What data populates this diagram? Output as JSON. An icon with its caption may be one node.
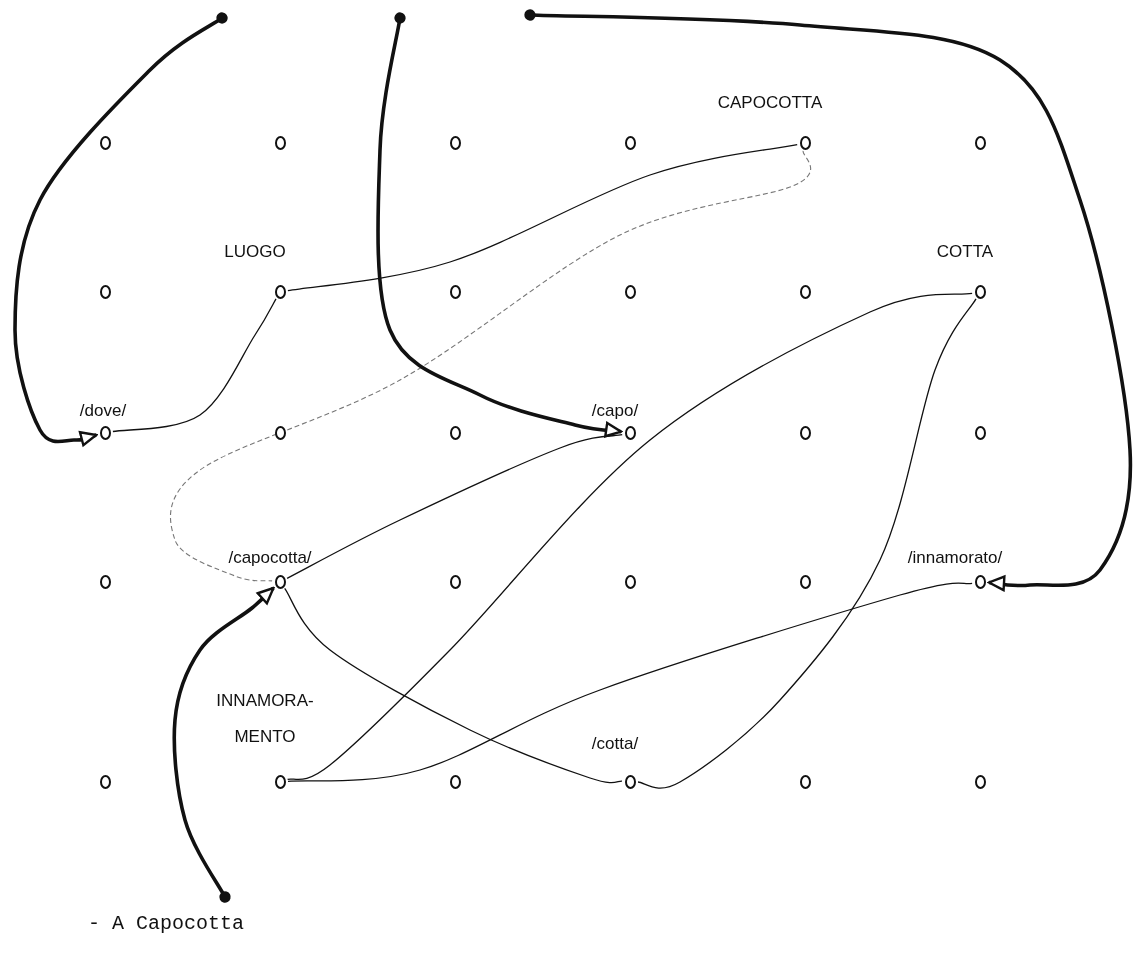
{
  "diagram": {
    "caption": "- A Capocotta",
    "nodes": [
      {
        "text": [],
        "shape": "circle"
      },
      {
        "text": [],
        "shape": "circle"
      },
      {
        "text": [],
        "shape": "circle"
      },
      {
        "text": [],
        "shape": "circle"
      },
      {
        "text": [],
        "shape": "circle",
        "beside": [
          "CAPOCOTTA"
        ]
      },
      {
        "text": [],
        "shape": "circle"
      },
      {
        "text": [],
        "shape": "circle"
      },
      {
        "text": [],
        "shape": "circle",
        "beside": [
          "LUOGO"
        ]
      },
      {
        "text": [],
        "shape": "circle"
      },
      {
        "text": [],
        "shape": "circle"
      },
      {
        "text": [],
        "shape": "circle"
      },
      {
        "text": [],
        "shape": "circle",
        "beside": [
          "COTTA"
        ]
      },
      {
        "text": [],
        "shape": "circle",
        "beside": [
          "/dove/"
        ]
      },
      {
        "text": [],
        "shape": "circle"
      },
      {
        "text": [],
        "shape": "circle"
      },
      {
        "text": [],
        "shape": "circle",
        "beside": [
          "/capo/"
        ]
      },
      {
        "text": [],
        "shape": "circle"
      },
      {
        "text": [],
        "shape": "circle"
      },
      {
        "text": [],
        "shape": "circle"
      },
      {
        "text": [],
        "shape": "circle",
        "beside": [
          "/capocotta/"
        ]
      },
      {
        "text": [],
        "shape": "circle"
      },
      {
        "text": [],
        "shape": "circle"
      },
      {
        "text": [],
        "shape": "circle"
      },
      {
        "text": [],
        "shape": "circle",
        "beside": [
          "/innamorato/"
        ]
      },
      {
        "text": [],
        "shape": "circle"
      },
      {
        "text": [],
        "shape": "circle",
        "beside": [
          "INNAMORA- MENTO"
        ]
      },
      {
        "text": [],
        "shape": "circle"
      },
      {
        "text": [],
        "shape": "circle",
        "beside": [
          "/cotta/"
        ]
      },
      {
        "text": [],
        "shape": "circle"
      },
      {
        "text": [],
        "shape": "circle"
      }
    ],
    "edges": [
      {
        "from": 7,
        "to": 4,
        "arrow": "none"
      },
      {
        "from": 7,
        "to": 12,
        "arrow": "none"
      },
      {
        "from": 4,
        "to": 19,
        "arrow": "none",
        "style": "dashed",
        "color": "#777777"
      },
      {
        "from": 15,
        "to": 19,
        "arrow": "none"
      },
      {
        "from": 11,
        "to": 25,
        "arrow": "none"
      },
      {
        "from": 11,
        "to": 27,
        "arrow": "none"
      },
      {
        "from": 19,
        "to": 27,
        "arrow": "none"
      },
      {
        "from": 25,
        "to": 23,
        "arrow": "none"
      },
      {
        "from": null,
        "to": 12,
        "arrow": "to",
        "style": "thick"
      },
      {
        "from": null,
        "to": 15,
        "arrow": "to",
        "style": "thick"
      },
      {
        "from": null,
        "to": 23,
        "arrow": "to",
        "style": "thick"
      },
      {
        "from": null,
        "to": 19,
        "arrow": "to",
        "style": "thick"
      }
    ]
  }
}
